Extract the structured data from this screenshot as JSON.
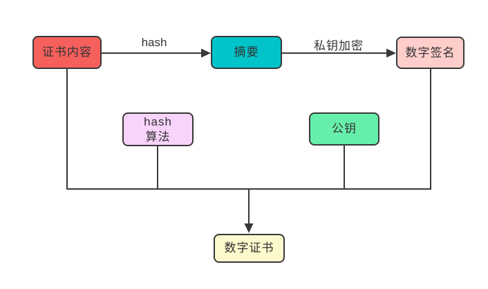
{
  "diagram": {
    "title_hint": "digital-certificate-signing-flow",
    "background_color": "#ffffff",
    "line_color": "#383838",
    "nodes": {
      "cert_content": {
        "label": "证书内容",
        "fill": "#f5605c",
        "text_color": "#3a2929"
      },
      "digest": {
        "label": "摘要",
        "fill": "#00c4c9",
        "text_color": "#163b3c"
      },
      "signature": {
        "label": "数字签名",
        "fill": "#ffcecb",
        "text_color": "#333333"
      },
      "hash_algorithm": {
        "line1": "hash",
        "line2": "算法",
        "fill": "#f8d3fa",
        "text_color": "#333333"
      },
      "public_key": {
        "label": "公钥",
        "fill": "#66efab",
        "text_color": "#1c3d2b"
      },
      "certificate": {
        "label": "数字证书",
        "fill": "#fcf9cc",
        "text_color": "#333333"
      }
    },
    "edge_labels": {
      "hash": "hash",
      "private_key_encrypt": "私钥加密"
    }
  }
}
